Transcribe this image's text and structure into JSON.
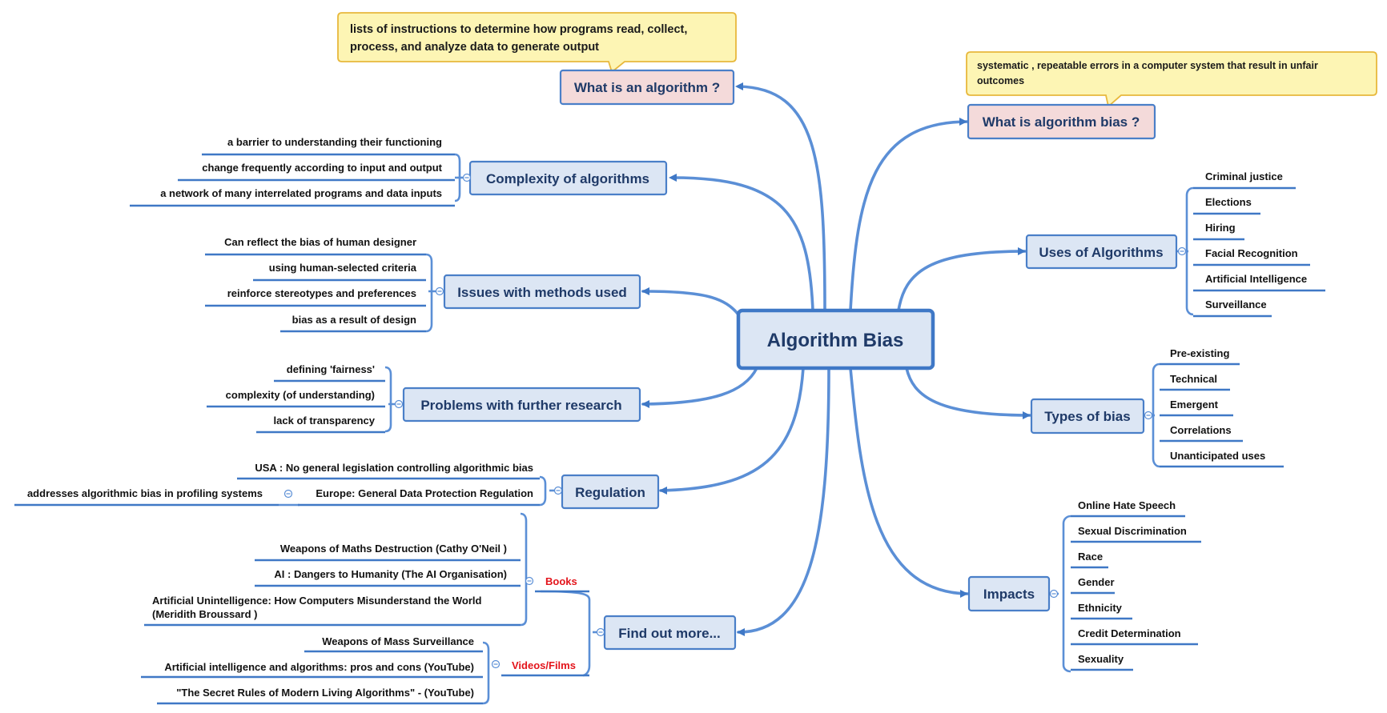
{
  "central": "Algorithm Bias",
  "what_algorithm": {
    "label": "What is an algorithm ?",
    "note_line1": "lists of instructions to determine how programs read, collect,",
    "note_line2": "process, and analyze data to generate output"
  },
  "what_bias": {
    "label": "What is  algorithm bias ?",
    "note_line1": "systematic , repeatable errors in a computer system that result in  unfair",
    "note_line2": "outcomes"
  },
  "complexity": {
    "label": "Complexity of algorithms",
    "items": [
      "a barrier to understanding their functioning",
      "change frequently according to input and output",
      "a network of many interrelated programs and data inputs"
    ]
  },
  "issues": {
    "label": "Issues with methods used",
    "items": [
      "Can reflect the bias of human designer",
      "using human-selected criteria",
      "reinforce stereotypes and preferences",
      "bias as a result of design"
    ]
  },
  "problems": {
    "label": "Problems with further research",
    "items": [
      "defining 'fairness'",
      "complexity (of understanding)",
      "lack of transparency"
    ]
  },
  "regulation": {
    "label": "Regulation",
    "usa": "USA : No general legislation controlling algorithmic bias",
    "europe": "Europe: General Data Protection Regulation",
    "europe_detail": "addresses algorithmic bias in profiling systems"
  },
  "findout": {
    "label": "Find out more...",
    "books_label": "Books",
    "books": [
      "Weapons of Maths Destruction (Cathy O'Neil )",
      "AI : Dangers to Humanity (The AI Organisation)",
      "Artificial Unintelligence: How Computers Misunderstand the World",
      "(Meridith Broussard )"
    ],
    "videos_label": "Videos/Films",
    "videos": [
      "Weapons of Mass Surveillance",
      "Artificial intelligence and algorithms: pros and cons  (YouTube)",
      "\"The Secret Rules of Modern Living Algorithms\" - (YouTube)"
    ]
  },
  "uses": {
    "label": "Uses of Algorithms",
    "items": [
      "Criminal justice",
      "Elections",
      "Hiring",
      "Facial Recognition",
      "Artificial Intelligence",
      "Surveillance"
    ]
  },
  "types": {
    "label": "Types of bias",
    "items": [
      "Pre-existing",
      "Technical",
      "Emergent",
      "Correlations",
      "Unanticipated uses"
    ]
  },
  "impacts": {
    "label": "Impacts",
    "items": [
      "Online Hate Speech",
      "Sexual Discrimination",
      "Race",
      "Gender",
      "Ethnicity",
      "Credit Determination",
      "Sexuality"
    ]
  },
  "colors": {
    "topic_fill": "#dce6f4",
    "topic_border": "#4a7fc8",
    "connector": "#5b8fd6",
    "question_fill": "#f4dada",
    "note_fill": "#fdf5b4",
    "note_border": "#e8b83c",
    "category_text": "#e3141b"
  }
}
